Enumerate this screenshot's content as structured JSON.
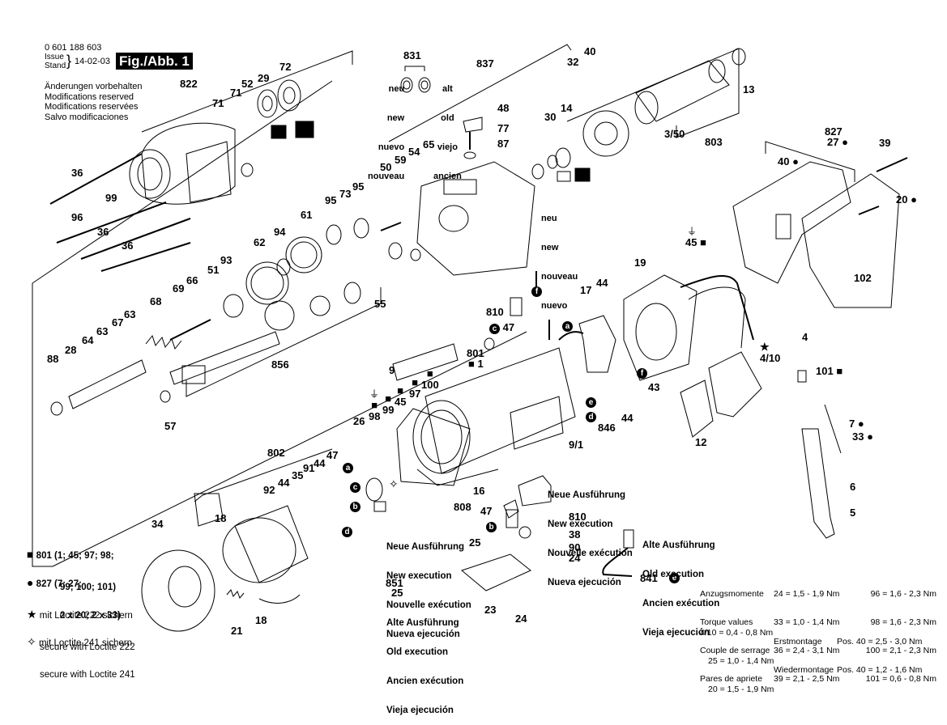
{
  "header": {
    "part_number": "0 601 188 603",
    "issue_label": "Issue",
    "stand_label": "Stand",
    "issue_date": "14-02-03",
    "figure_label": "Fig./Abb. 1",
    "modifications": [
      "Änderungen vorbehalten",
      "Modifications reserved",
      "Modifications reservées",
      "Salvo modificaciones"
    ]
  },
  "seal_note": {
    "part": "831",
    "new_labels": [
      "neu",
      "new",
      "nuevo",
      "nouveau"
    ],
    "old_labels": [
      "alt",
      "old",
      "viejo",
      "ancien"
    ]
  },
  "neu_note": [
    "neu",
    "new",
    "nouveau",
    "nuevo"
  ],
  "parts": {
    "p822": "822",
    "p71a": "71",
    "p71b": "71",
    "p52": "52",
    "p29": "29",
    "p72": "72",
    "p36a": "36",
    "p99a": "99",
    "p96": "96",
    "p36b": "36",
    "p36c": "36",
    "p837": "837",
    "p48": "48",
    "p77": "77",
    "p87": "87",
    "p65": "65",
    "p54": "54",
    "p59": "59",
    "p50": "50",
    "p32": "32",
    "p40": "40",
    "p14": "14",
    "p30": "30",
    "p13": "13",
    "p3_50": "3/50",
    "p803": "803",
    "p95a": "95",
    "p73": "73",
    "p95b": "95",
    "p61": "61",
    "p94": "94",
    "p62": "62",
    "p93": "93",
    "p51": "51",
    "p66": "66",
    "p69": "69",
    "p68": "68",
    "p63a": "63",
    "p67": "67",
    "p63b": "63",
    "p64": "64",
    "p28": "28",
    "p88": "88",
    "p55": "55",
    "p856": "856",
    "p57": "57",
    "p827": "827",
    "p27": "27",
    "p39": "39",
    "p40b": "40",
    "p20": "20",
    "p45a": "45",
    "p102": "102",
    "p19": "19",
    "p44a": "44",
    "p17": "17",
    "p810a": "810",
    "p47a": "47",
    "p801": "801",
    "p1": "1",
    "p9": "9",
    "p100": "100",
    "p97": "97",
    "p45b": "45",
    "p99b": "99",
    "p98": "98",
    "p26": "26",
    "p43": "43",
    "p846": "846",
    "p44b": "44",
    "p9_1": "9/1",
    "p4": "4",
    "p4_10": "4/10",
    "p101": "101",
    "p12": "12",
    "p7": "7",
    "p33": "33",
    "p6": "6",
    "p5": "5",
    "p802": "802",
    "p47b": "47",
    "p44c": "44",
    "p91": "91",
    "p35": "35",
    "p44d": "44",
    "p92": "92",
    "p18a": "18",
    "p34": "34",
    "p21": "21",
    "p18b": "18",
    "p808": "808",
    "p16": "16",
    "p47c": "47",
    "p810b": "810",
    "p38": "38",
    "p90": "90",
    "p24a": "24",
    "p25a": "25",
    "p851": "851",
    "p25b": "25",
    "p23": "23",
    "p24b": "24",
    "p841": "841"
  },
  "connectors": {
    "a": "a",
    "b": "b",
    "c": "c",
    "d": "d",
    "e": "e",
    "f": "f"
  },
  "new_execution": [
    "Neue Ausführung",
    "New execution",
    "Nouvelle exécution",
    "Nueva ejecución"
  ],
  "old_execution": [
    "Alte Ausführung",
    "Old execution",
    "Ancien exécution",
    "Vieja ejecución"
  ],
  "old_execution_right": [
    "Alte Ausführung",
    "Old execution",
    "Ancien exécution",
    "Vieja ejecución"
  ],
  "legend": {
    "square": {
      "main": "801 (1; 45; 97; 98;",
      "cont": "99; 100; 101)"
    },
    "circle": {
      "main": "827 (7; 27;",
      "cont": "2 x 20; 2 x 33)"
    },
    "star": {
      "line1": "mit Loctite 222 sichern",
      "line2": "secure with Loctite 222"
    },
    "open_star": {
      "line1": "mit Loctite 241 sichern",
      "line2": "secure with Loctite 241"
    }
  },
  "torque": {
    "labels": [
      "Anzugsmomente",
      "Torque values",
      "Couple de serrage",
      "Pares de apriete"
    ],
    "col1": [
      "24 = 1,5 - 1,9 Nm",
      "33 = 1,0 - 1,4 Nm",
      "36 = 2,4 - 3,1 Nm",
      "39 = 2,1 - 2,5 Nm"
    ],
    "col2": [
      "96 = 1,6 - 2,3 Nm",
      "98 = 1,6 - 2,3 Nm",
      "100 = 2,1 - 2,3 Nm",
      "101 = 0,6 - 0,8 Nm"
    ],
    "extra": [
      "4/10 = 0,4 - 0,8 Nm",
      "25 = 1,0 - 1,4 Nm",
      "20 = 1,5 - 1,9 Nm"
    ],
    "first_assembly": "Erstmontage",
    "first_assembly_value": "Pos. 40 = 2,5 - 3,0 Nm",
    "reassembly": "Wiedermontage",
    "reassembly_value": "Pos. 40 = 1,2 - 1,6 Nm"
  }
}
